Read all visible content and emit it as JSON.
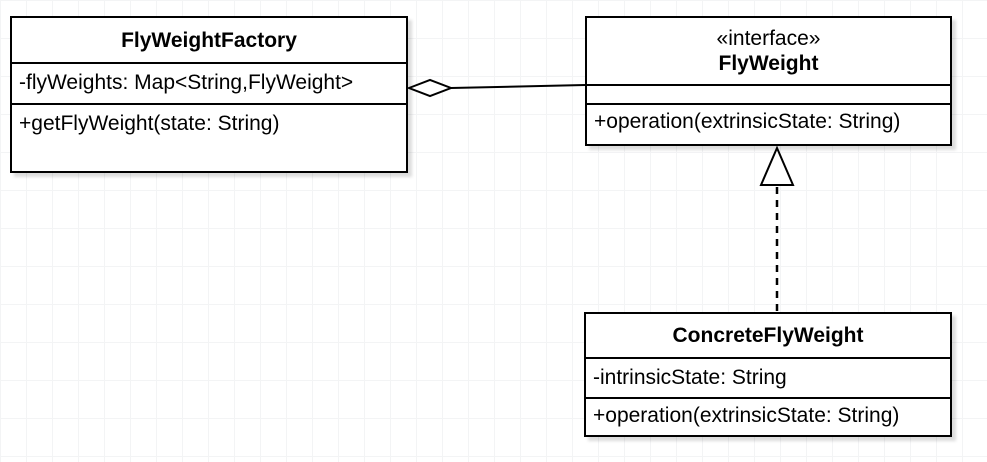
{
  "diagram": {
    "classes": {
      "factory": {
        "name": "FlyWeightFactory",
        "attribute": "-flyWeights: Map<String,FlyWeight>",
        "method": "+getFlyWeight(state: String)"
      },
      "flyweight": {
        "stereotype": "«interface»",
        "name": "FlyWeight",
        "attribute": "",
        "method": "+operation(extrinsicState: String)"
      },
      "concrete": {
        "name": "ConcreteFlyWeight",
        "attribute": "-intrinsicState: String",
        "method": "+operation(extrinsicState: String)"
      }
    },
    "relationships": [
      {
        "type": "aggregation",
        "from": "FlyWeightFactory",
        "to": "FlyWeight",
        "label": ""
      },
      {
        "type": "realization",
        "from": "ConcreteFlyWeight",
        "to": "FlyWeight",
        "label": ""
      }
    ],
    "colors": {
      "stroke": "#000000",
      "shape_fill": "#ffffff",
      "text": "#000000",
      "background": "#ffffff",
      "grid_line": "#f3f4f5"
    }
  }
}
